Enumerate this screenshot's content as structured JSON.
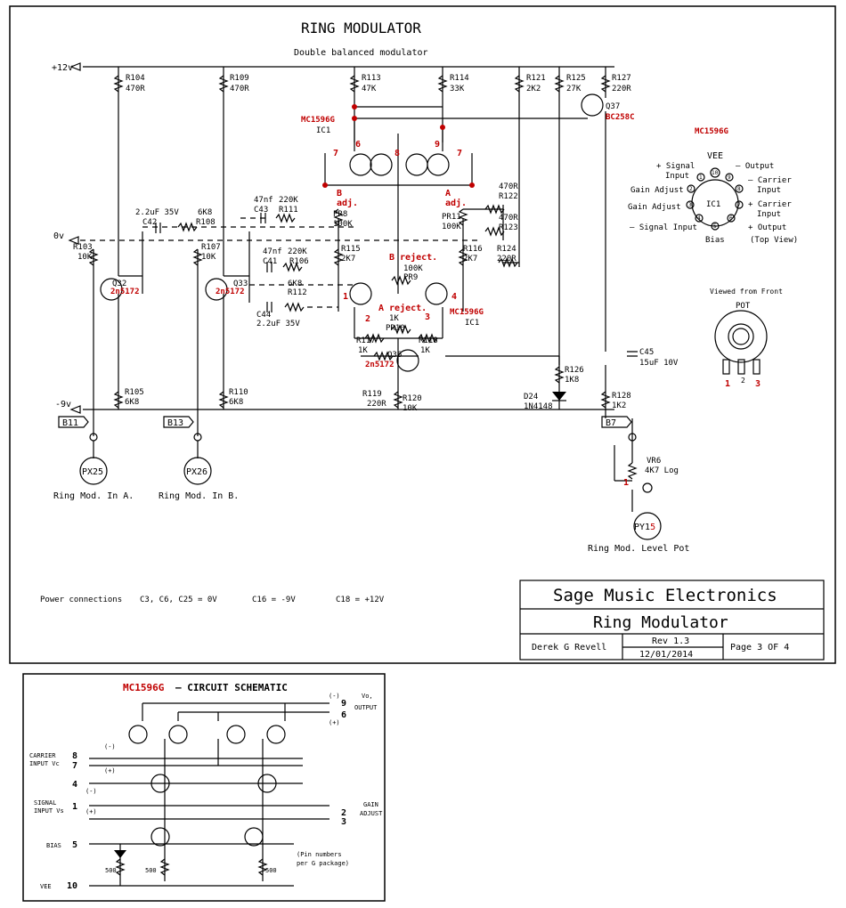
{
  "sheet": {
    "title": "RING MODULATOR",
    "subtitle": "Double balanced modulator",
    "company": "Sage Music Electronics",
    "project": "Ring Modulator",
    "author": "Derek G Revell",
    "rev": "Rev 1.3",
    "date": "12/01/2014",
    "page": "Page 3 OF 4"
  },
  "rails": {
    "plus12": "+12v",
    "zero": "0v",
    "minus9": "-9v"
  },
  "connectors": {
    "b11": "B11",
    "b13": "B13",
    "b7": "B7"
  },
  "jacks": {
    "px25": "PX25",
    "px25_label": "Ring Mod. In A.",
    "px26": "PX26",
    "px26_label": "Ring Mod. In B.",
    "py15_a": "PY1",
    "py15_b": "5",
    "py15_label": "Ring Mod. Level Pot"
  },
  "parts": {
    "r104": "R104",
    "r104v": "470R",
    "r109": "R109",
    "r109v": "470R",
    "r113": "R113",
    "r113v": "47K",
    "r114": "R114",
    "r114v": "33K",
    "r121": "R121",
    "r121v": "2K2",
    "r125": "R125",
    "r125v": "27K",
    "r127": "R127",
    "r127v": "220R",
    "q37": "Q37",
    "q37t": "BC258C",
    "ic_name": "MC1596G",
    "ic1": "IC1",
    "c42": "C42",
    "c42v": "2.2uF 35V",
    "r108": "R108",
    "r108v": "6K8",
    "c43": "C43",
    "c43v": "47nf",
    "r111": "R111",
    "r111v": "220K",
    "pr8": "PR8",
    "pr8v": "100K",
    "b_adj_1": "B",
    "b_adj_2": "adj.",
    "a_adj_1": "A",
    "a_adj_2": "adj.",
    "r122": "R122",
    "r122v": "470R",
    "r123": "R123",
    "r123v": "470R",
    "pr11": "PR11",
    "pr11v": "100K",
    "r103": "R103",
    "r103v": "10K",
    "r107": "R107",
    "r107v": "10K",
    "r115": "R115",
    "r115v": "2K7",
    "r116": "R116",
    "r116v": "2K7",
    "r124": "R124",
    "r124v": "220R",
    "q32": "Q32",
    "q32t": "2n5172",
    "q33": "Q33",
    "q33t": "2n5172",
    "c41": "C41",
    "c41v": "47nf",
    "r106": "R106",
    "r106v": "220K",
    "b_reject": "B reject.",
    "pr9": "PR9",
    "pr9v": "100K",
    "r112": "R112",
    "r112v": "6K8",
    "c44": "C44",
    "c44v": "2.2uF 35V",
    "a_reject": "A reject.",
    "pr10": "PR10",
    "pr10v": "1K",
    "r117": "R117",
    "r117v": "1K",
    "r118": "R118",
    "r118v": "1K",
    "q36": "Q36",
    "q36t": "2n5172",
    "r119": "R119",
    "r119v": "220R",
    "r120": "R120",
    "r120v": "10K",
    "r126": "R126",
    "r126v": "1K8",
    "d24": "D24",
    "d24v": "1N4148",
    "r105": "R105",
    "r105v": "6K8",
    "r110": "R110",
    "r110v": "6K8",
    "r128": "R128",
    "r128v": "1K2",
    "c45": "C45",
    "c45v": "15uF 10V",
    "vr6": "VR6",
    "vr6v": "4K7 Log"
  },
  "pins": {
    "p1": "1",
    "p2": "2",
    "p3": "3",
    "p4": "4",
    "p6": "6",
    "p7": "7",
    "p8": "8",
    "p9": "9"
  },
  "pinout": {
    "title": "MC1596G",
    "vee": "VEE",
    "sig_in_p_1": "+ Signal",
    "sig_in_p_2": "Input",
    "gain_adj_1": "Gain Adjust",
    "gain_adj_2": "Gain Adjust",
    "sig_in_n": "– Signal Input",
    "bias": "Bias",
    "out_n": "– Output",
    "carrier_n_1": "– Carrier",
    "carrier_n_2": "Input",
    "carrier_p_1": "+ Carrier",
    "carrier_p_2": "Input",
    "out_p": "+ Output",
    "top_view": "(Top View)",
    "ic1": "IC1",
    "nums": [
      "1",
      "2",
      "3",
      "4",
      "5",
      "6",
      "7",
      "8",
      "9",
      "10"
    ]
  },
  "pot": {
    "viewed": "Viewed from Front",
    "label": "POT",
    "l1": "1",
    "l2": "2",
    "l3": "3",
    "wiper_pin": "1"
  },
  "power": {
    "label": "Power connections",
    "c_0v": "C3, C6, C25 = 0V",
    "c_m9": "C16 = -9V",
    "c_p12": "C18 = +12V"
  },
  "inset": {
    "title_red": "MC1596G",
    "title": "— CIRCUIT SCHEMATIC",
    "carrier_1": "CARRIER",
    "carrier_2": "INPUT Vc",
    "signal_1": "SIGNAL",
    "signal_2": "INPUT Vs",
    "bias": "BIAS",
    "vee": "VEE",
    "vo_1": "Vo,",
    "vo_2": "OUTPUT",
    "gain_1": "GAIN",
    "gain_2": "ADJUST",
    "minus": "(-)",
    "plus": "(+)",
    "n8": "8",
    "n7": "7",
    "n4": "4",
    "n1": "1",
    "n5": "5",
    "n10": "10",
    "n9": "9",
    "n6": "6",
    "n2": "2",
    "n3": "3",
    "r500": "500",
    "note_1": "(Pin numbers",
    "note_2": "per G package)"
  }
}
